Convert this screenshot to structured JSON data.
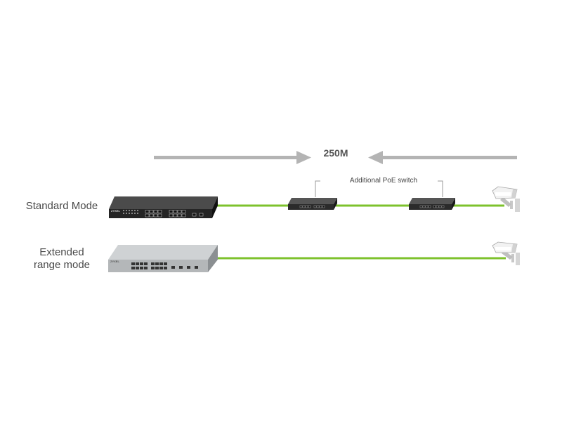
{
  "distance": "250M",
  "callout": "Additional PoE switch",
  "modes": {
    "standard": "Standard Mode",
    "extended_line1": "Extended",
    "extended_line2": "range mode"
  },
  "brand": "ZYXEL",
  "colors": {
    "cable": "#7dc22c",
    "arrow": "#b4b4b4",
    "switch_dark": "#2a2a2a",
    "switch_light": "#b9bcbe",
    "text": "#4a4a4a"
  },
  "icons": [
    "poe-switch-icon",
    "small-poe-switch-icon",
    "ip-camera-icon"
  ]
}
